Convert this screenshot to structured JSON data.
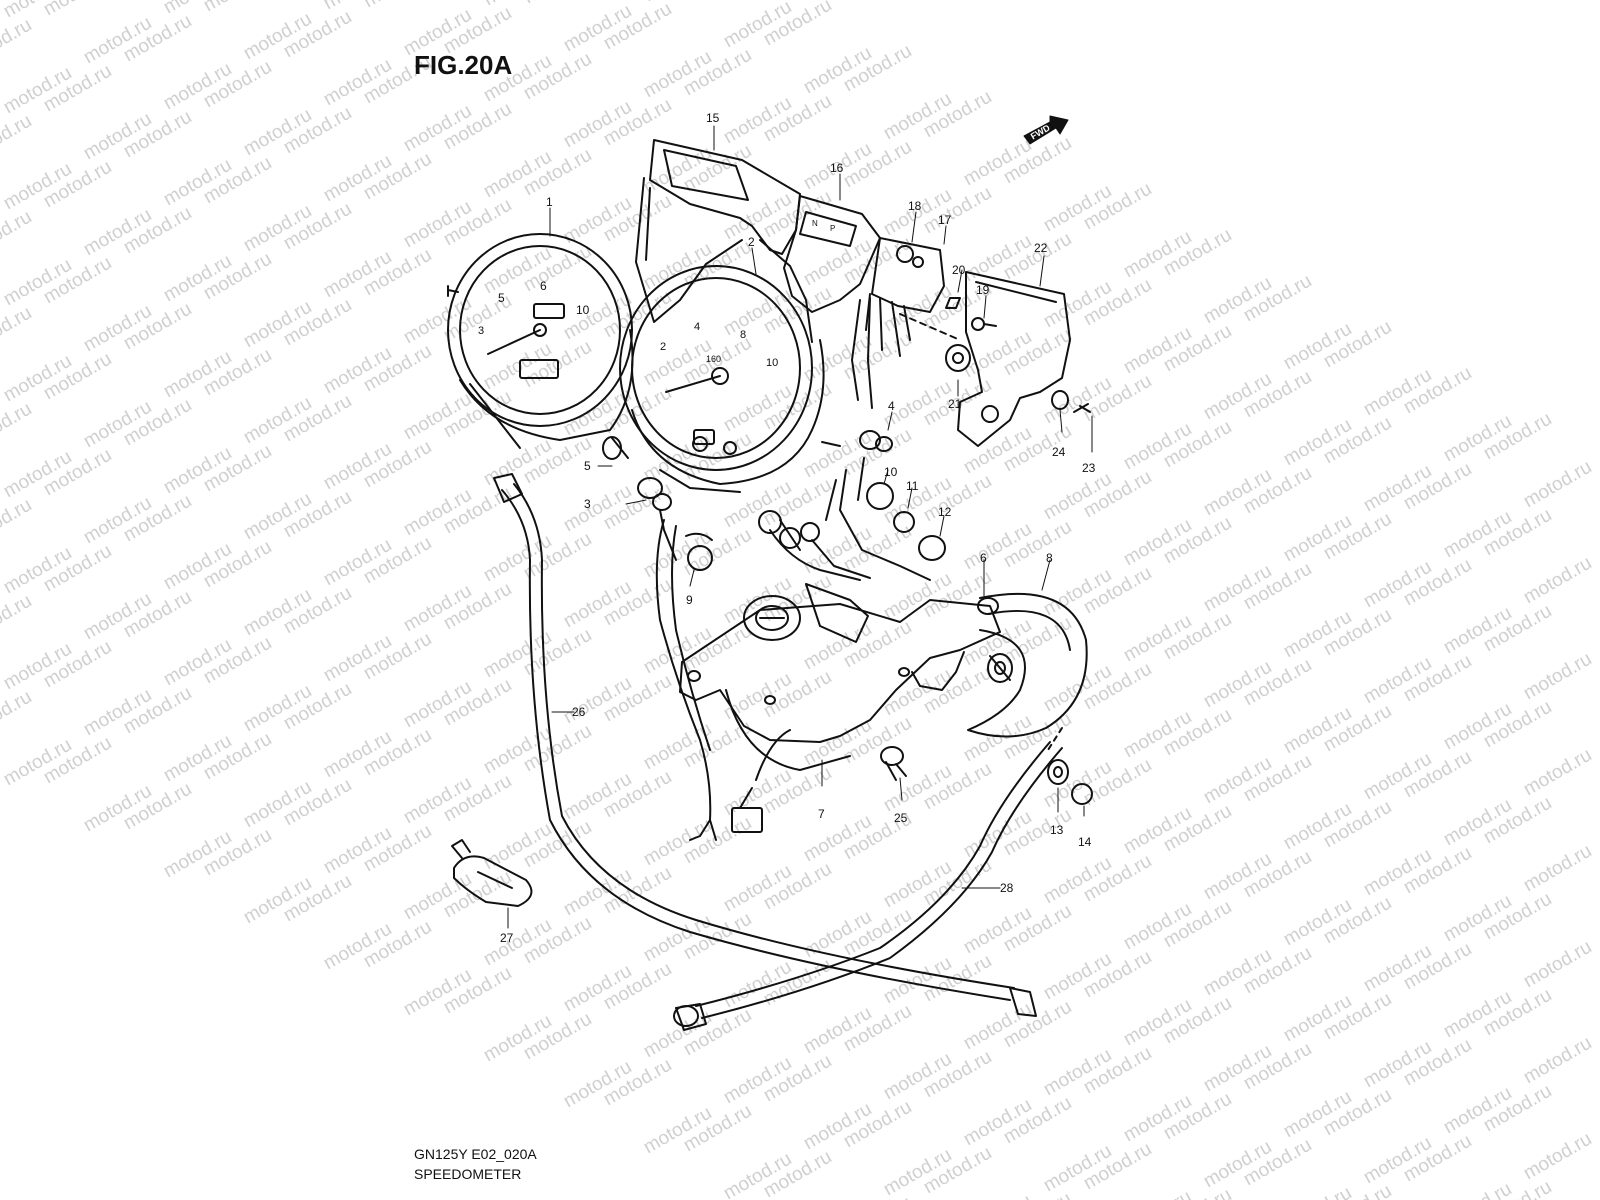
{
  "figure": {
    "title": "FIG.20A",
    "code": "GN125Y E02_020A",
    "name": "SPEEDOMETER",
    "direction_label": "FWD"
  },
  "watermark": {
    "text": "motod.ru"
  },
  "callouts": [
    "1",
    "2",
    "3",
    "4",
    "5",
    "6",
    "7",
    "8",
    "9",
    "10",
    "11",
    "12",
    "13",
    "14",
    "15",
    "16",
    "17",
    "18",
    "19",
    "20",
    "21",
    "22",
    "23",
    "24",
    "25",
    "26",
    "27",
    "28"
  ],
  "colors": {
    "ink": "#111111",
    "watermark": "#cfcfcf",
    "background": "#ffffff"
  }
}
